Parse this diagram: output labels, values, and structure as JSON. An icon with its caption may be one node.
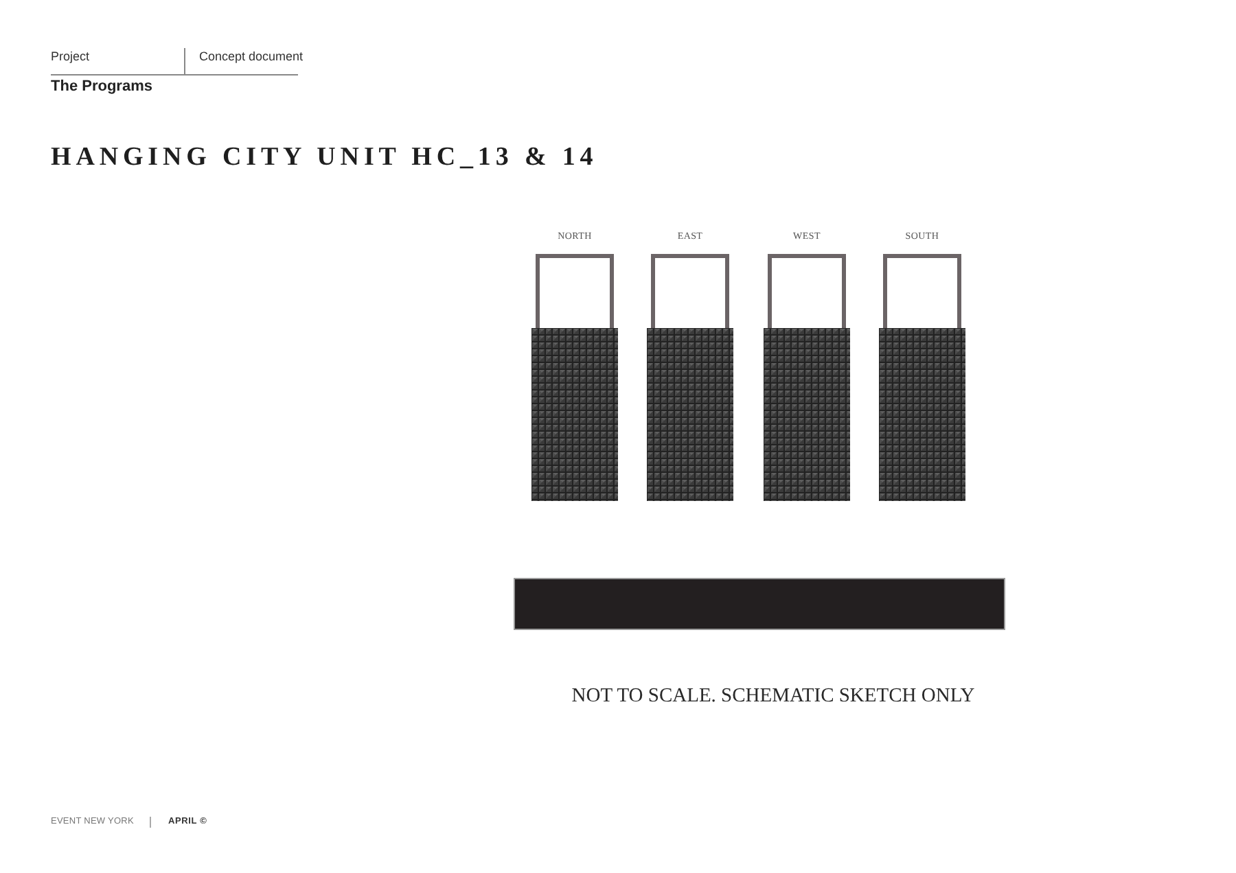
{
  "diagram": {
    "title": "HANGING CITY UNIT HC_13 & 14",
    "caption": "NOT TO SCALE. SCHEMATIC SKETCH ONLY",
    "nodes": [
      {
        "text": [
          "NORTH"
        ]
      },
      {
        "text": [
          "EAST"
        ]
      },
      {
        "text": [
          "WEST"
        ]
      },
      {
        "text": [
          "SOUTH"
        ]
      },
      {
        "text": [],
        "shape": "bar"
      }
    ],
    "labels": [
      "Project",
      "Concept document",
      "The Programs",
      "EVENT NEW YORK",
      "APRIL ©"
    ]
  }
}
